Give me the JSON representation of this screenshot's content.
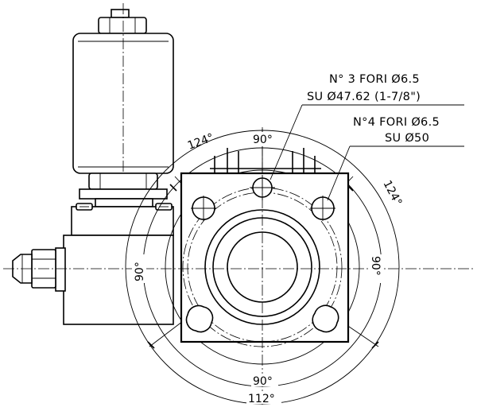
{
  "annotations": {
    "note1_line1": "N° 3 FORI Ø6.5",
    "note1_line2": "SU Ø47.62 (1-7/8\")",
    "note2_line1": "N°4 FORI Ø6.5",
    "note2_line2": "SU Ø50"
  },
  "dimensions": {
    "top_90": "90°",
    "bottom_90": "90°",
    "bottom_112": "112°",
    "left_90": "90°",
    "right_90": "90°",
    "upper_left_124": "124°",
    "upper_right_124": "124°"
  }
}
